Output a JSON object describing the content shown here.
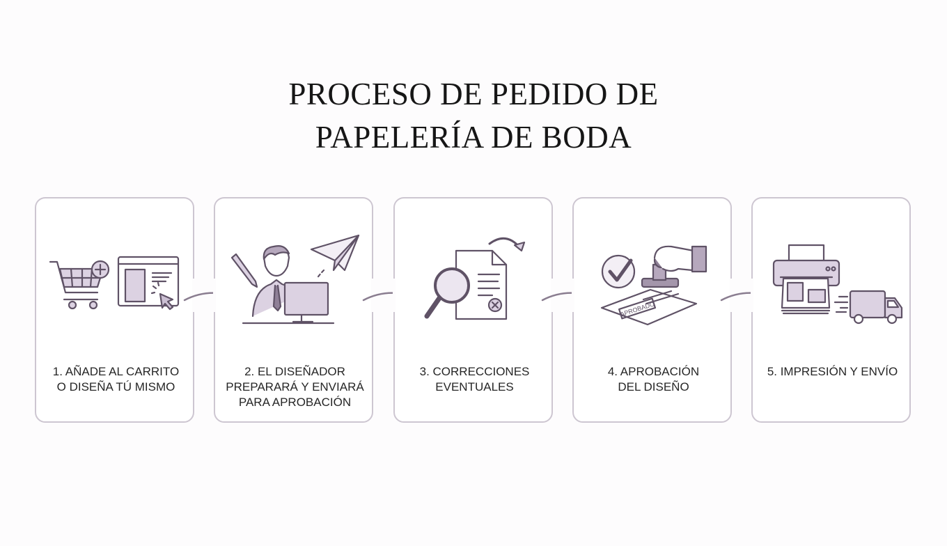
{
  "title": {
    "line1": "PROCESO DE PEDIDO DE",
    "line2": "PAPELERÍA DE BODA"
  },
  "colors": {
    "icon_stroke": "#5f5266",
    "icon_fill": "#dcd2e2",
    "card_border": "#cdc6d1",
    "arrow": "#8a7d90"
  },
  "steps": [
    {
      "line1": "1. AÑADE AL CARRITO",
      "line2": "O DISEÑA TÚ MISMO",
      "line3": "",
      "icon": "cart-and-browser-icon"
    },
    {
      "line1": "2. EL DISEÑADOR",
      "line2": "PREPARARÁ Y ENVIARÁ",
      "line3": "PARA APROBACIÓN",
      "icon": "designer-at-computer-icon"
    },
    {
      "line1": "3. CORRECCIONES",
      "line2": "EVENTUALES",
      "line3": "",
      "icon": "magnifier-document-icon"
    },
    {
      "line1": "4. APROBACIÓN",
      "line2": "DEL DISEÑO",
      "line3": "",
      "icon": "approval-stamp-icon",
      "stamp_text": "APROBADO"
    },
    {
      "line1": "5. IMPRESIÓN Y ENVÍO",
      "line2": "",
      "line3": "",
      "icon": "printer-truck-icon"
    }
  ]
}
